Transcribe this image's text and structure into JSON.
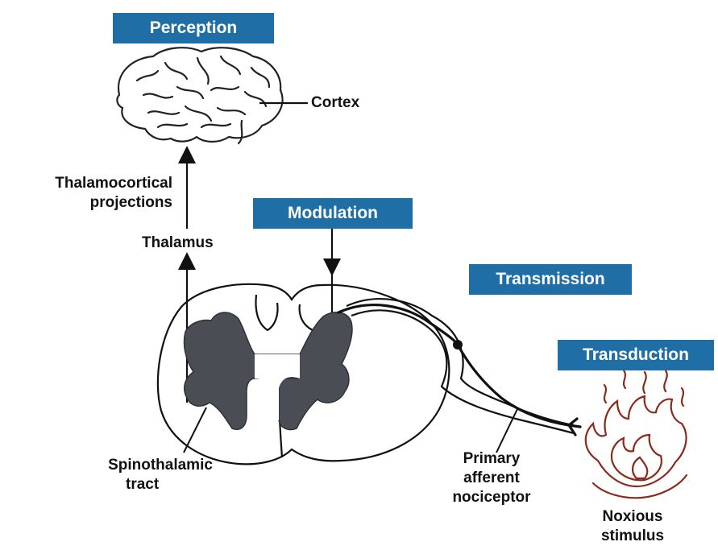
{
  "stages": {
    "perception": "Perception",
    "modulation": "Modulation",
    "transmission": "Transmission",
    "transduction": "Transduction"
  },
  "labels": {
    "cortex": "Cortex",
    "thalamocortical_line1": "Thalamocortical",
    "thalamocortical_line2": "projections",
    "thalamus": "Thalamus",
    "spinothalamic_line1": "Spinothalamic",
    "spinothalamic_line2": "tract",
    "afferent_line1": "Primary",
    "afferent_line2": "afferent",
    "afferent_line3": "nociceptor",
    "noxious_line1": "Noxious",
    "noxious_line2": "stimulus"
  },
  "colors": {
    "stage_box": "#1f6fa6",
    "grey_matter": "#4a4e54",
    "flame": "#8a2a1a"
  }
}
